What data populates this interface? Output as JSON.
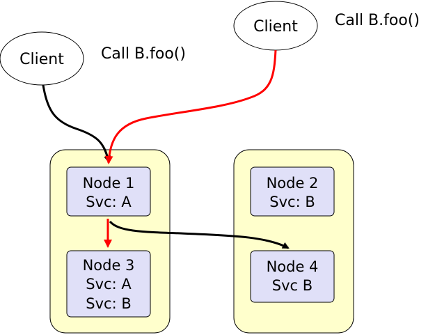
{
  "clients": [
    {
      "label": "Client"
    },
    {
      "label": "Client"
    }
  ],
  "calls": [
    {
      "label": "Call B.foo()"
    },
    {
      "label": "Call B.foo()"
    }
  ],
  "nodes": [
    {
      "line1": "Node 1",
      "line2": "Svc: A"
    },
    {
      "line1": "Node 3",
      "line2": "Svc: A",
      "line3": "Svc: B"
    },
    {
      "line1": "Node 2",
      "line2": "Svc: B"
    },
    {
      "line1": "Node 4",
      "line2": "Svc B"
    }
  ],
  "colors": {
    "cluster_fill": "#ffffcc",
    "node_fill": "#e0e0f8",
    "black_path": "#000000",
    "red_path": "#ff0000"
  }
}
